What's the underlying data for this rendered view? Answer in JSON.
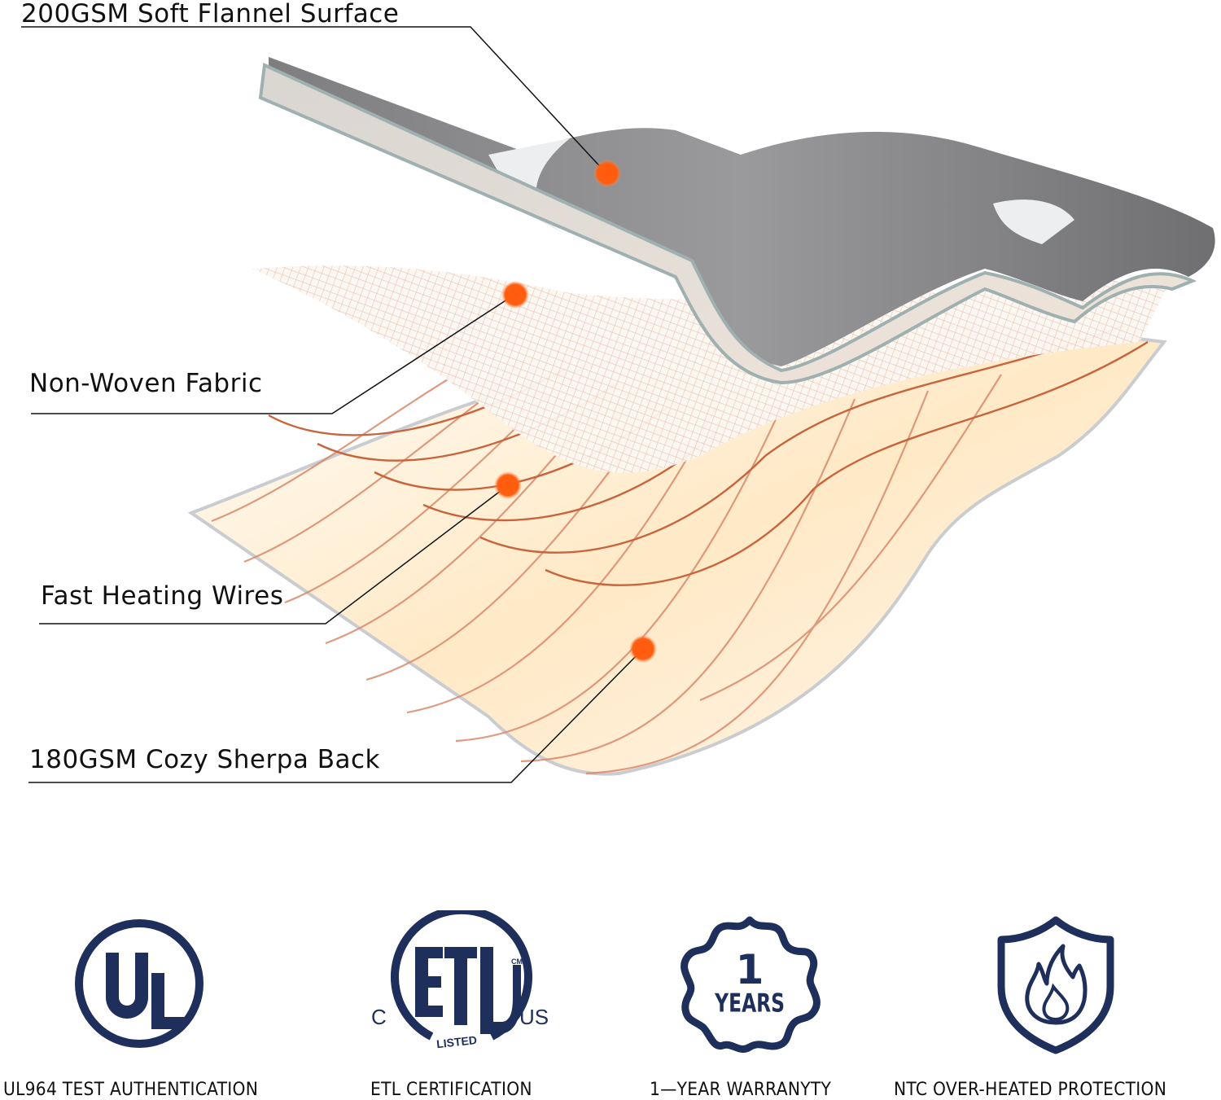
{
  "layers": [
    {
      "id": "flannel",
      "label": "200GSM Soft Flannel Surface"
    },
    {
      "id": "nonwoven",
      "label": "Non-Woven Fabric"
    },
    {
      "id": "wires",
      "label": "Fast Heating Wires"
    },
    {
      "id": "sherpa",
      "label": "180GSM Cozy Sherpa Back"
    }
  ],
  "badges": [
    {
      "icon": "ul-logo-icon",
      "mark": "UL",
      "caption": "UL964 TEST AUTHENTICATION"
    },
    {
      "icon": "etl-logo-icon",
      "mark": "ETL",
      "left": "C",
      "right": "US",
      "sub": "LISTED",
      "sup": "CM",
      "caption": "ETL CERTIFICATION"
    },
    {
      "icon": "warranty-seal-icon",
      "number": "1",
      "unit": "YEARS",
      "caption": "1—YEAR WARRANYTY"
    },
    {
      "icon": "shield-flame-icon",
      "caption": "NTC OVER-HEATED PROTECTION"
    }
  ],
  "colors": {
    "marker": "#ff5a0a",
    "badge_navy": "#1f2f5c",
    "wire": "#c8643c",
    "flannel_grey": "#8a8a8c"
  }
}
